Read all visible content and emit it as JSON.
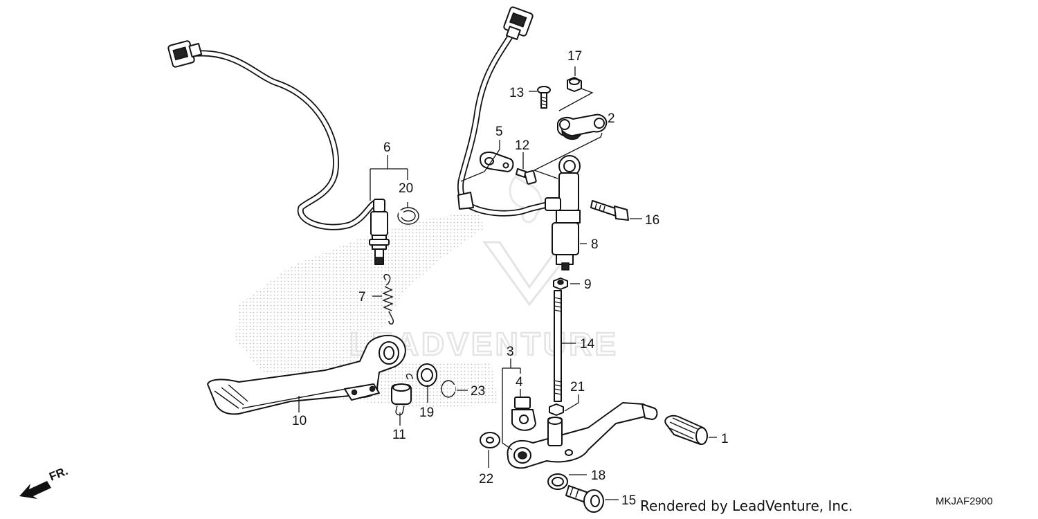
{
  "callouts": [
    "1",
    "2",
    "3",
    "4",
    "5",
    "6",
    "7",
    "8",
    "9",
    "10",
    "11",
    "12",
    "13",
    "14",
    "15",
    "16",
    "17",
    "18",
    "19",
    "20",
    "21",
    "22",
    "23"
  ],
  "watermark": "LEADVENTURE",
  "credit": "Rendered by LeadVenture, Inc.",
  "diagram_code": "MKJAF2900",
  "direction_label": "FR."
}
